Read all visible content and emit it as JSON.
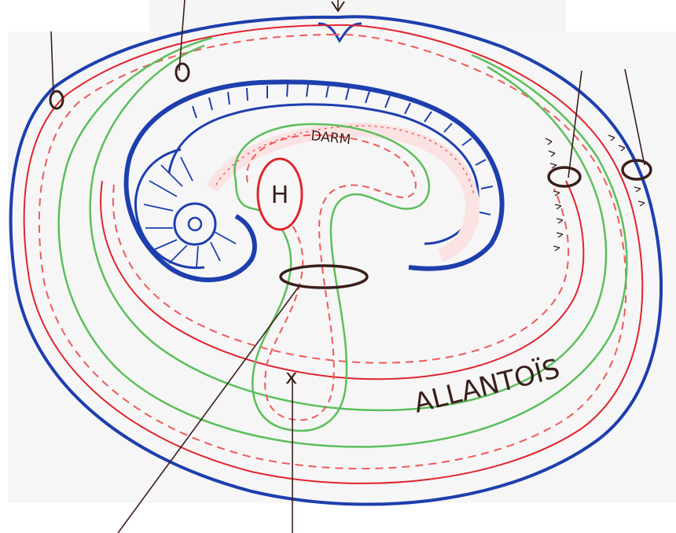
{
  "colors": {
    "paper": "#f4f4f4",
    "blue": "#1d3fae",
    "red": "#e0242c",
    "red_dashed": "#ef5a5a",
    "green": "#5bbf5b",
    "ink": "#3a1f1a",
    "pink_fill": "#fbe3e3"
  },
  "labels": {
    "darm": "DARM",
    "h": "H",
    "allantois": "ALLANTOÏS",
    "x": "x"
  },
  "icons": [
    "ring-icon",
    "arrow-down-icon",
    "pointer-line"
  ]
}
